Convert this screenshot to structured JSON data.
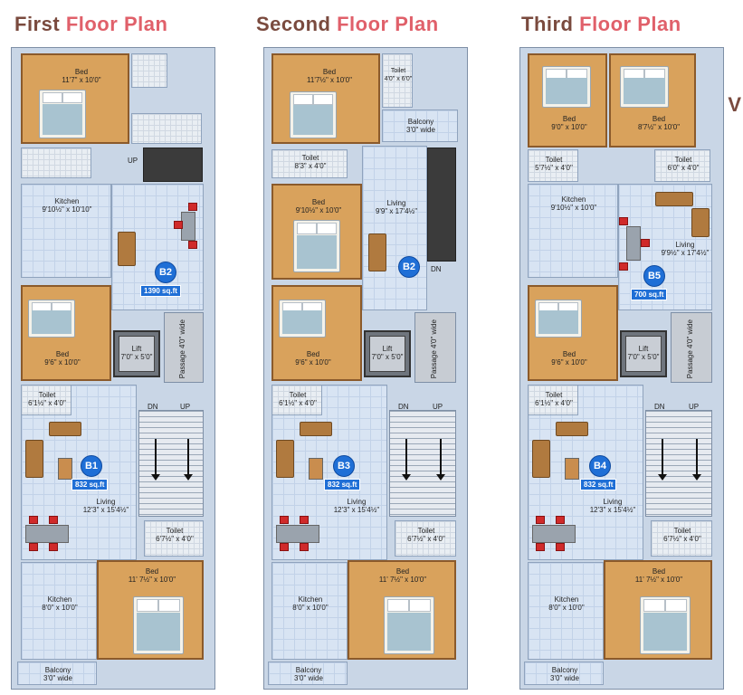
{
  "plans": [
    {
      "title": [
        "First",
        "Floor",
        "Plan"
      ],
      "upper": {
        "type": "B2",
        "area": "1390 sq.ft",
        "rooms": [
          {
            "name": "Bed",
            "dim": "11'7\" x 10'0\""
          },
          {
            "name": "UP",
            "dim": ""
          },
          {
            "name": "Kitchen",
            "dim": "9'10½\" x 10'10\""
          },
          {
            "name": "Bed",
            "dim": "9'6\" x 10'0\""
          }
        ]
      },
      "lower": {
        "type": "B1",
        "area": "832 sq.ft",
        "rooms": [
          {
            "name": "Toilet",
            "dim": "6'1½\" x 4'0\""
          },
          {
            "name": "Living",
            "dim": "12'3\" x 15'4½\""
          },
          {
            "name": "Toilet",
            "dim": "6'7½\" x 4'0\""
          },
          {
            "name": "Kitchen",
            "dim": "8'0\" x 10'0\""
          },
          {
            "name": "Bed",
            "dim": "11' 7½\" x 10'0\""
          },
          {
            "name": "Balcony",
            "dim": "3'0\" wide"
          }
        ]
      }
    },
    {
      "title": [
        "Second",
        "Floor",
        "Plan"
      ],
      "upper": {
        "type": "B2",
        "area": "",
        "rooms": [
          {
            "name": "Bed",
            "dim": "11'7½\" x 10'0\""
          },
          {
            "name": "Toilet",
            "dim": "4'0\" x 6'0\""
          },
          {
            "name": "Balcony",
            "dim": "3'0\" wide"
          },
          {
            "name": "Toilet",
            "dim": "8'3\" x 4'0\""
          },
          {
            "name": "Bed",
            "dim": "9'10½\" x 10'0\""
          },
          {
            "name": "Living",
            "dim": "9'9\" x 17'4½\""
          },
          {
            "name": "DN",
            "dim": ""
          },
          {
            "name": "Bed",
            "dim": "9'6\" x 10'0\""
          }
        ]
      },
      "lower": {
        "type": "B3",
        "area": "832 sq.ft",
        "rooms": [
          {
            "name": "Toilet",
            "dim": "6'1½\" x 4'0\""
          },
          {
            "name": "Living",
            "dim": "12'3\" x 15'4½\""
          },
          {
            "name": "Toilet",
            "dim": "6'7½\" x 4'0\""
          },
          {
            "name": "Kitchen",
            "dim": "8'0\" x 10'0\""
          },
          {
            "name": "Bed",
            "dim": "11' 7½\" x 10'0\""
          },
          {
            "name": "Balcony",
            "dim": "3'0\" wide"
          }
        ]
      }
    },
    {
      "title": [
        "Third",
        "Floor",
        "Plan"
      ],
      "upper": {
        "type": "B5",
        "area": "700 sq.ft",
        "rooms": [
          {
            "name": "Bed",
            "dim": "9'0\" x 10'0\""
          },
          {
            "name": "Bed",
            "dim": "8'7½\" x 10'0\""
          },
          {
            "name": "Toilet",
            "dim": "5'7½\" x 4'0\""
          },
          {
            "name": "Toilet",
            "dim": "6'0\" x 4'0\""
          },
          {
            "name": "Kitchen",
            "dim": "9'10½\" x 10'0\""
          },
          {
            "name": "Living",
            "dim": "9'9½\" x 17'4½\""
          },
          {
            "name": "Bed",
            "dim": "9'6\" x 10'0\""
          }
        ]
      },
      "lower": {
        "type": "B4",
        "area": "832 sq.ft",
        "rooms": [
          {
            "name": "Toilet",
            "dim": "6'1½\" x 4'0\""
          },
          {
            "name": "Living",
            "dim": "12'3\" x 15'4½\""
          },
          {
            "name": "Toilet",
            "dim": "6'7½\" x 4'0\""
          },
          {
            "name": "Kitchen",
            "dim": "8'0\" x 10'0\""
          },
          {
            "name": "Bed",
            "dim": "11' 7½\" x 10'0\""
          },
          {
            "name": "Balcony",
            "dim": "3'0\" wide"
          }
        ]
      }
    }
  ],
  "core": {
    "lift_name": "Lift",
    "lift_dim": "7'0\" x 5'0\"",
    "passage": "Passage 4'0\" wide",
    "stair_dn": "DN",
    "stair_up": "UP"
  },
  "cutoff_text": "V",
  "colors": {
    "title_dark": "#7a4a3e",
    "title_accent": "#e0606a",
    "wood_floor": "#d9a25c",
    "tile_floor": "#d8e4f3",
    "badge": "#1f6fd6"
  }
}
